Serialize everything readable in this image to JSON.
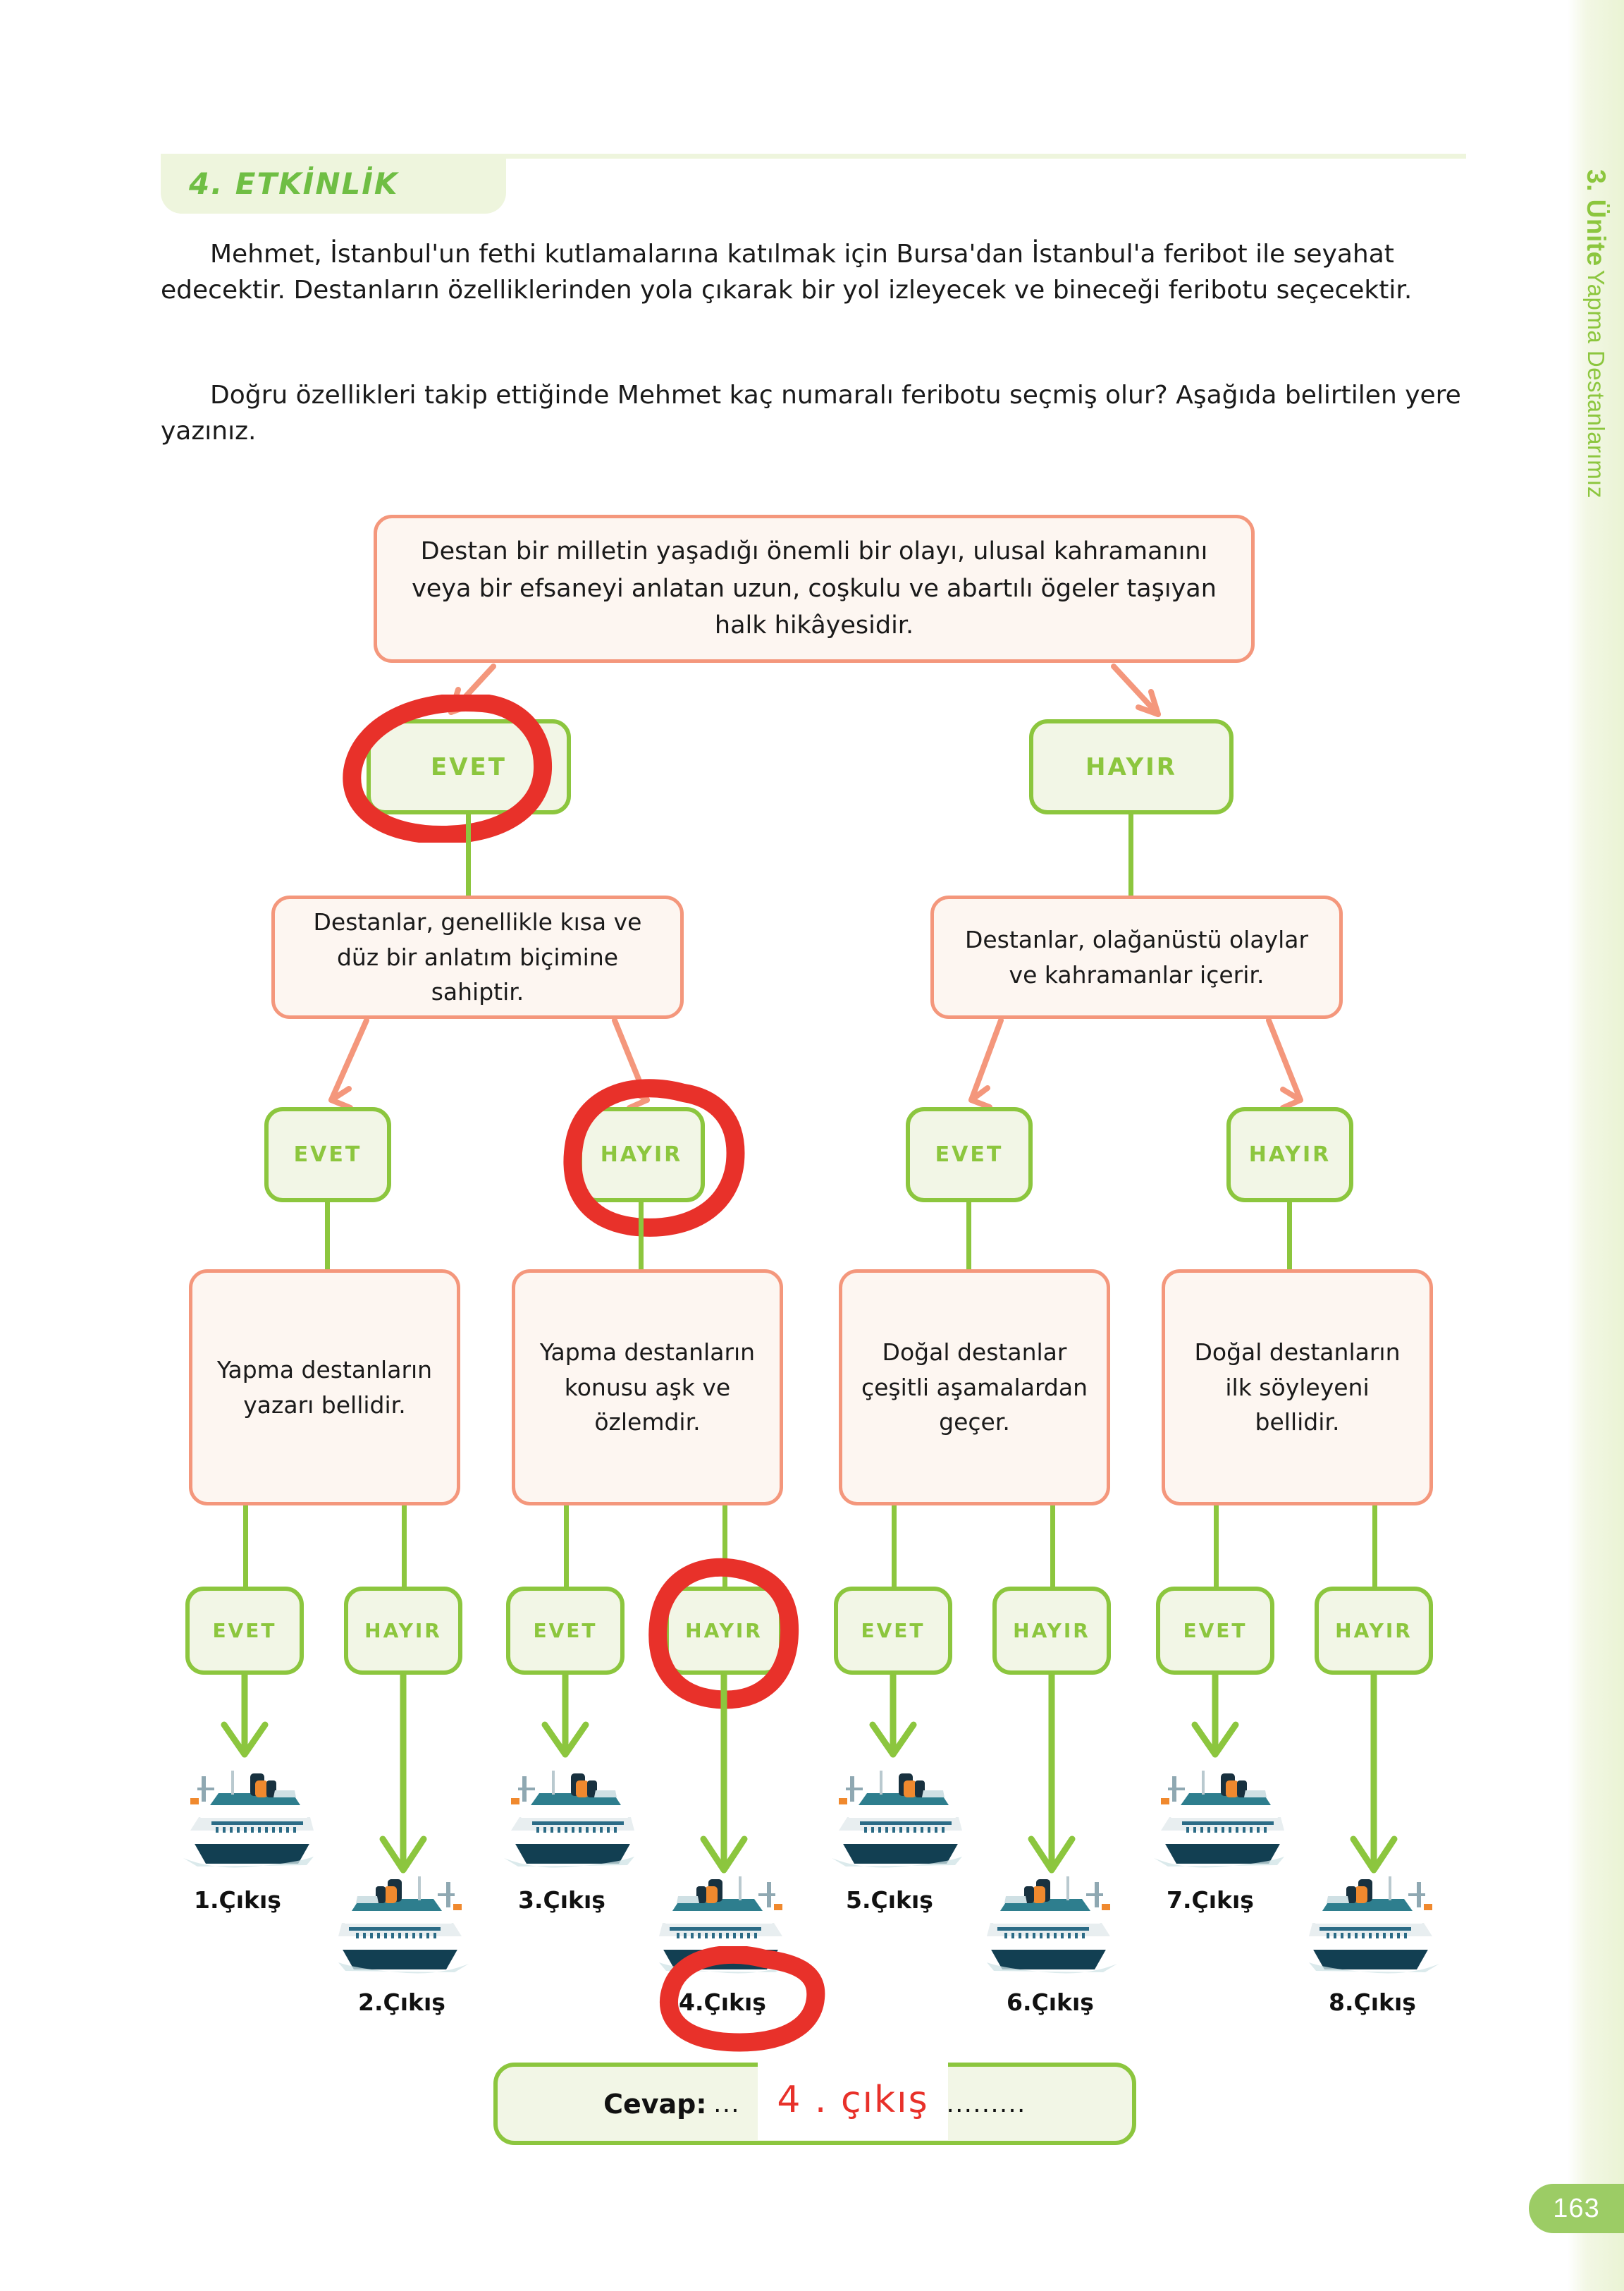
{
  "sidebar": {
    "unit": "3. Ünite",
    "subject": "Yapma Destanlarımız",
    "page_number": "163"
  },
  "header": {
    "activity_label": "4. ETKİNLİK"
  },
  "intro": {
    "paragraph_1": "Mehmet, İstanbul'un fethi kutlamalarına katılmak için Bursa'dan İstanbul'a feribot ile seyahat edecektir. Destanların özelliklerinden yola çıkarak bir yol izleyecek ve bineceği feribotu seçecektir.",
    "paragraph_2": "Doğru özellikleri takip ettiğinde Mehmet kaç numaralı feribotu seçmiş olur? Aşağıda belirtilen yere yazınız."
  },
  "flowchart": {
    "root": "Destan bir milletin yaşadığı önemli bir olayı, ulusal kahramanını veya bir efsaneyi anlatan uzun, coşkulu ve abartılı ögeler taşıyan halk hikâyesidir.",
    "level1": [
      {
        "label": "EVET",
        "marked": true
      },
      {
        "label": "HAYIR",
        "marked": false
      }
    ],
    "level2_statements": [
      "Destanlar, genellikle kısa ve düz bir anlatım biçimine sahiptir.",
      "Destanlar, olağanüstü olaylar ve kahramanlar içerir."
    ],
    "level2_answers": [
      {
        "label": "EVET",
        "marked": false
      },
      {
        "label": "HAYIR",
        "marked": true
      },
      {
        "label": "EVET",
        "marked": false
      },
      {
        "label": "HAYIR",
        "marked": false
      }
    ],
    "level3_statements": [
      "Yapma destanların yazarı bellidir.",
      "Yapma destanların konusu aşk ve özlemdir.",
      "Doğal destanlar çeşitli aşamalardan geçer.",
      "Doğal destanların ilk söyleyeni bellidir."
    ],
    "level3_answers": [
      {
        "label": "EVET",
        "marked": false
      },
      {
        "label": "HAYIR",
        "marked": false
      },
      {
        "label": "EVET",
        "marked": false
      },
      {
        "label": "HAYIR",
        "marked": true
      },
      {
        "label": "EVET",
        "marked": false
      },
      {
        "label": "HAYIR",
        "marked": false
      },
      {
        "label": "EVET",
        "marked": false
      },
      {
        "label": "HAYIR",
        "marked": false
      }
    ],
    "exits": [
      {
        "label": "1.Çıkış",
        "marked": false
      },
      {
        "label": "2.Çıkış",
        "marked": false
      },
      {
        "label": "3.Çıkış",
        "marked": false
      },
      {
        "label": "4.Çıkış",
        "marked": true
      },
      {
        "label": "5.Çıkış",
        "marked": false
      },
      {
        "label": "6.Çıkış",
        "marked": false
      },
      {
        "label": "7.Çıkış",
        "marked": false
      },
      {
        "label": "8.Çıkış",
        "marked": false
      }
    ]
  },
  "answer_row": {
    "prompt": "Cevap:",
    "dots_before": "...",
    "handwritten": "4 . çıkış",
    "dots_after": "............"
  },
  "colors": {
    "green": "#8cc63e",
    "green_fill": "#f2f6e6",
    "orange": "#f4977c",
    "orange_fill": "#fdf6f1",
    "red_mark": "#e8312a",
    "handwriting": "#e8312a",
    "badge": "#9ccc65"
  },
  "icons": {
    "ship": "ferry-ship-icon",
    "arrow_green": "arrow-down-green-icon",
    "arrow_orange": "arrow-down-orange-icon"
  }
}
